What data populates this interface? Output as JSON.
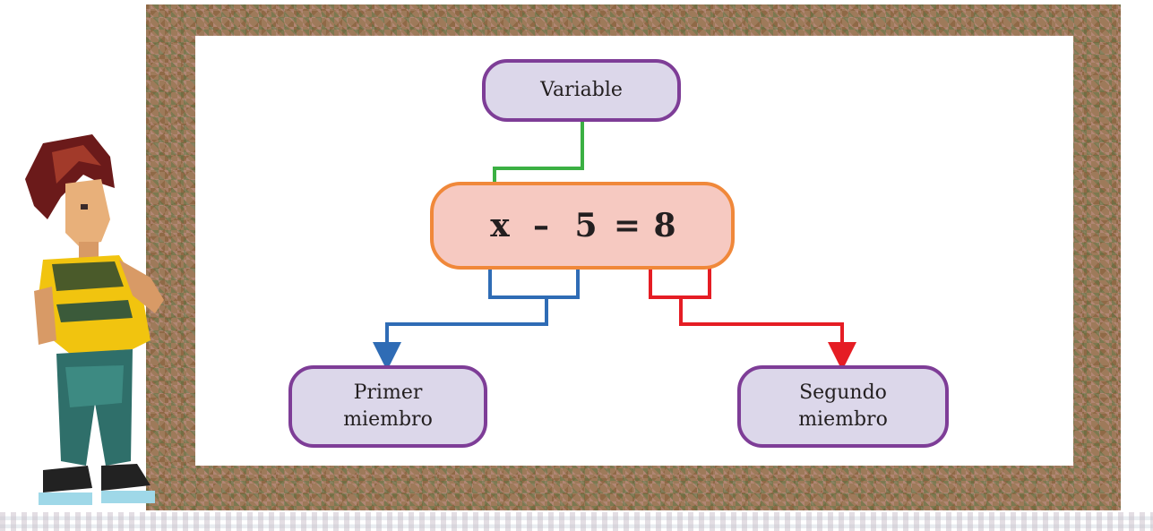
{
  "diagram": {
    "variable_label": "Variable",
    "equation": {
      "variable": "x",
      "minus": "–",
      "constant": "5",
      "equals": "=",
      "result": "8"
    },
    "first_member_label_line1": "Primer",
    "first_member_label_line2": "miembro",
    "second_member_label_line1": "Segundo",
    "second_member_label_line2": "miembro"
  },
  "colors": {
    "label_box_border": "#7e3d97",
    "label_box_fill": "#dcd7ea",
    "equation_box_border": "#f0883a",
    "equation_box_fill": "#f6c9c1",
    "variable_arrow": "#3bb043",
    "first_member_arrow": "#2f6cb5",
    "second_member_arrow": "#e51d24"
  },
  "icons": {
    "character": "student-character-illustration"
  }
}
